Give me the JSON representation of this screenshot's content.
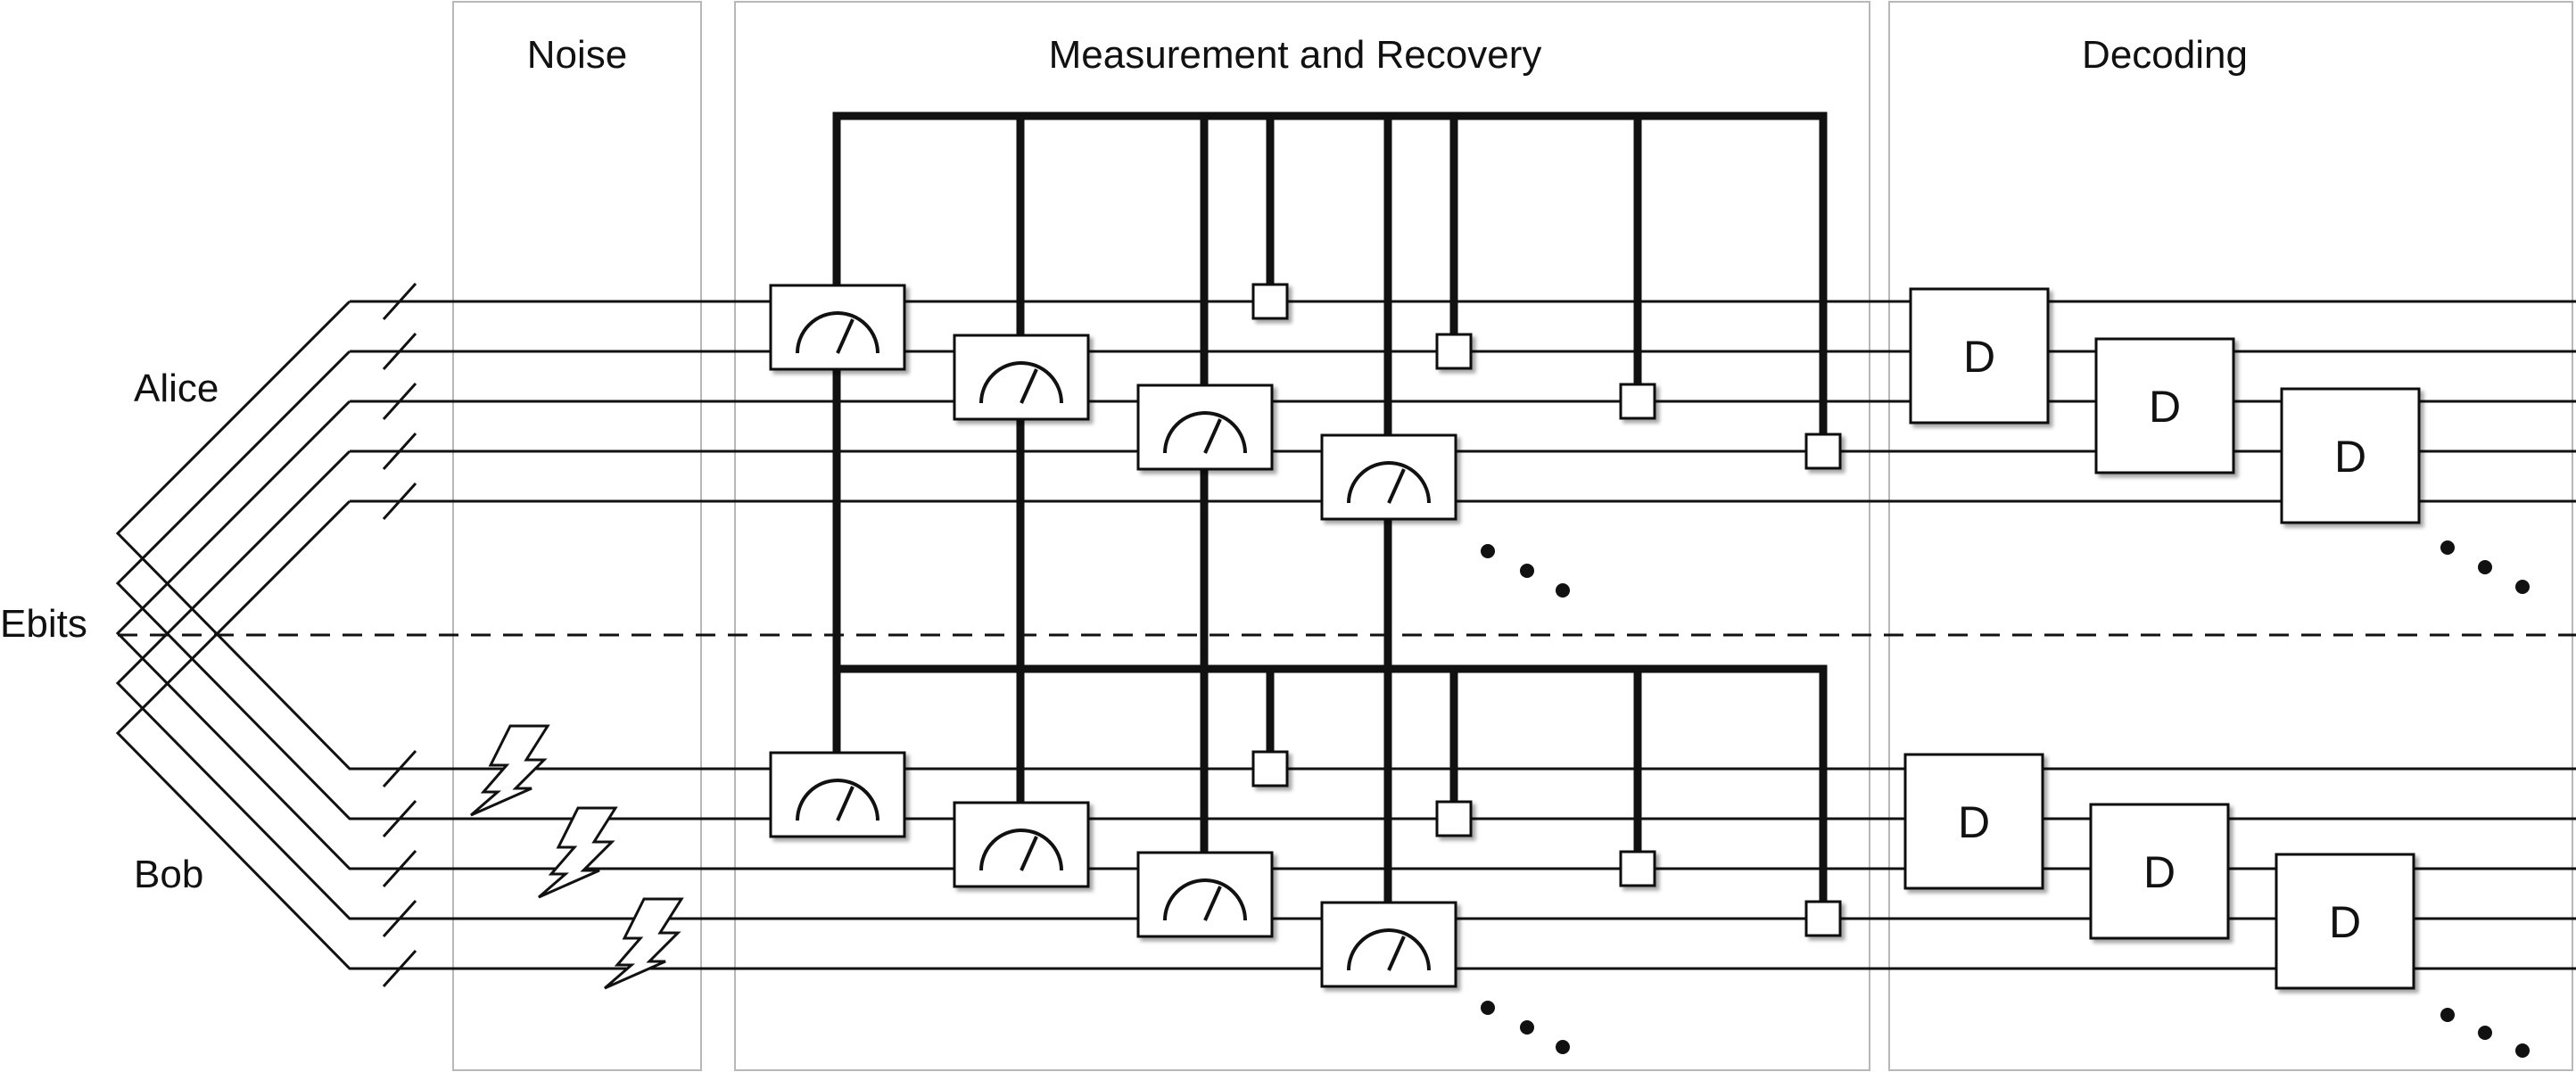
{
  "sections": {
    "noise": "Noise",
    "measurement": "Measurement and Recovery",
    "decoding": "Decoding"
  },
  "parties": {
    "alice": "Alice",
    "ebits": "Ebits",
    "bob": "Bob"
  },
  "decoder_label": "D",
  "colors": {
    "wire": "#111111",
    "panel_border": "#b8b8b8",
    "shadow": "#9a9a9a",
    "box_fill": "#ffffff"
  },
  "icons": {
    "measurement": "meter-dial-icon",
    "noise": "lightning-bolt-icon",
    "decoder": "decoder-box",
    "continuation": "ellipsis-dots-icon"
  }
}
